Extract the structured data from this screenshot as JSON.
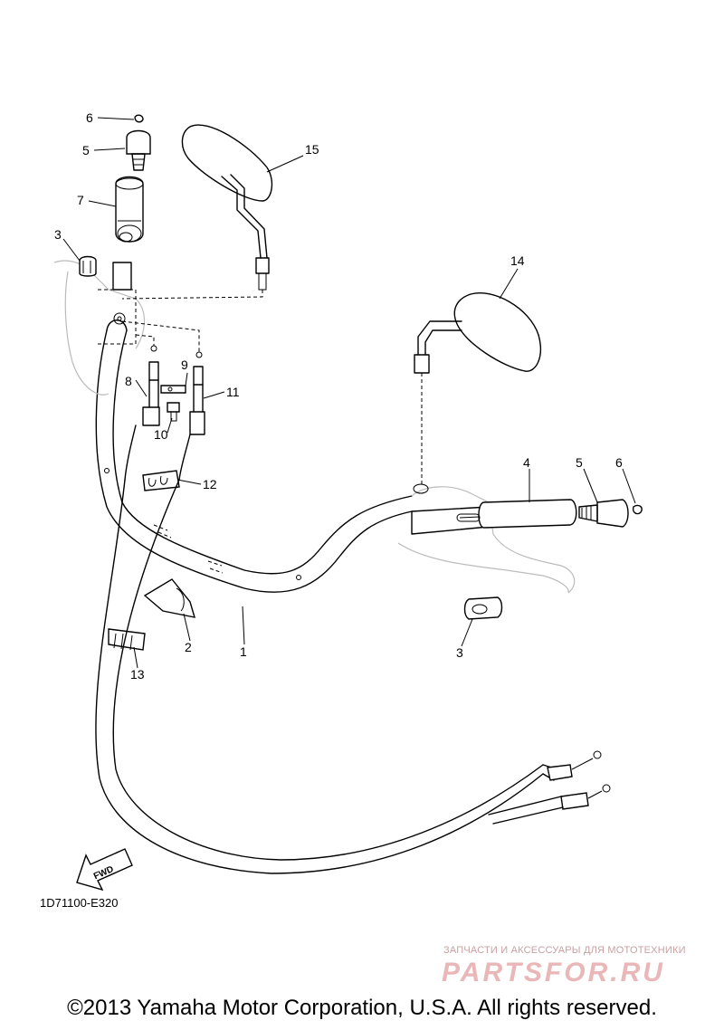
{
  "callouts": [
    {
      "id": "c1",
      "label": "1"
    },
    {
      "id": "c2",
      "label": "2"
    },
    {
      "id": "c3a",
      "label": "3"
    },
    {
      "id": "c3b",
      "label": "3"
    },
    {
      "id": "c4",
      "label": "4"
    },
    {
      "id": "c5a",
      "label": "5"
    },
    {
      "id": "c5b",
      "label": "5"
    },
    {
      "id": "c6a",
      "label": "6"
    },
    {
      "id": "c6b",
      "label": "6"
    },
    {
      "id": "c7",
      "label": "7"
    },
    {
      "id": "c8",
      "label": "8"
    },
    {
      "id": "c9",
      "label": "9"
    },
    {
      "id": "c10",
      "label": "10"
    },
    {
      "id": "c11",
      "label": "11"
    },
    {
      "id": "c12",
      "label": "12"
    },
    {
      "id": "c13",
      "label": "13"
    },
    {
      "id": "c14",
      "label": "14"
    },
    {
      "id": "c15",
      "label": "15"
    }
  ],
  "fwd_label": "FWD",
  "diagram_code": "1D71100-E320",
  "watermark": {
    "tagline": "ЗАПЧАСТИ И АКСЕССУАРЫ ДЛЯ МОТОТЕХНИКИ",
    "logo": "PARTSFOR.RU"
  },
  "copyright": "©2013 Yamaha Motor Corporation, U.S.A. All rights reserved."
}
